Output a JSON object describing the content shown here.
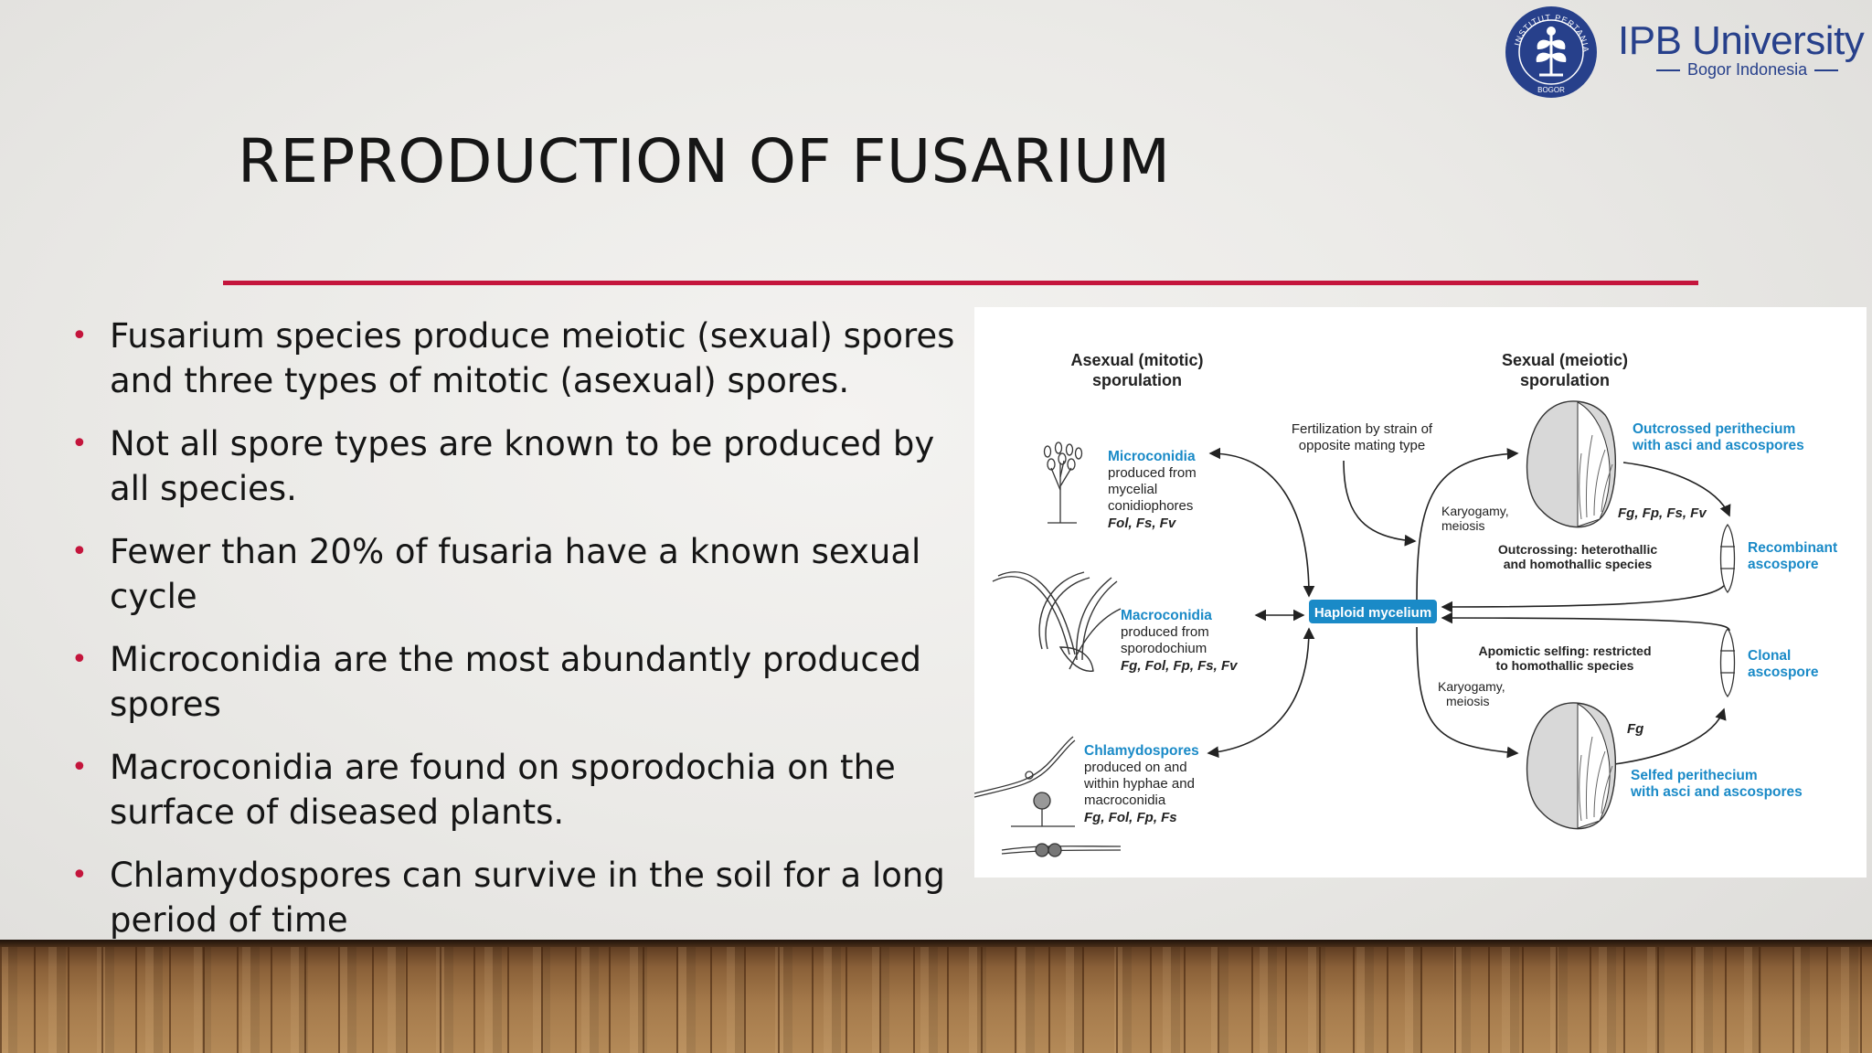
{
  "slide": {
    "title": "REPRODUCTION OF FUSARIUM",
    "accent_color": "#c4153c",
    "bullets": [
      "Fusarium species produce meiotic (sexual) spores and three types of mitotic (asexual) spores.",
      "Not all spore types are known to be produced by all species.",
      "Fewer than 20% of fusaria have a known sexual cycle",
      "Microconidia are the most abundantly produced spores",
      "Macroconidia are found on sporodochia on the surface of diseased plants.",
      "Chlamydospores can survive in the soil for a long period of time"
    ]
  },
  "logo": {
    "name": "IPB University",
    "subtitle": "Bogor Indonesia",
    "seal_text": "INSTITUT PERTANIAN BOGOR",
    "color": "#27408b"
  },
  "figure": {
    "asexual_heading": [
      "Asexual (mitotic)",
      "sporulation"
    ],
    "sexual_heading": [
      "Sexual (meiotic)",
      "sporulation"
    ],
    "center": "Haploid mycelium",
    "fertilization": [
      "Fertilization by strain of",
      "opposite mating type"
    ],
    "microconidia": {
      "title": "Microconidia",
      "lines": [
        "produced from",
        "mycelial",
        "conidiophores"
      ],
      "species": "Fol, Fs, Fv"
    },
    "macroconidia": {
      "title": "Macroconidia",
      "lines": [
        "produced from",
        "sporodochium"
      ],
      "species": "Fg, Fol, Fp, Fs, Fv"
    },
    "chlamydospores": {
      "title": "Chlamydospores",
      "lines": [
        "produced on and",
        "within hyphae and",
        "macroconidia"
      ],
      "species": "Fg, Fol, Fp, Fs"
    },
    "karyogamy_top": [
      "Karyogamy,",
      "meiosis"
    ],
    "karyogamy_bottom": [
      "Karyogamy,",
      "meiosis"
    ],
    "outcrossed": [
      "Outcrossed perithecium",
      "with asci and ascospores"
    ],
    "outcrossed_species": "Fg, Fp, Fs, Fv",
    "outcrossing": [
      "Outcrossing: heterothallic",
      "and homothallic species"
    ],
    "recombinant": [
      "Recombinant",
      "ascospore"
    ],
    "apomictic": [
      "Apomictic selfing: restricted",
      "to homothallic species"
    ],
    "clonal": [
      "Clonal",
      "ascospore"
    ],
    "selfed_species": "Fg",
    "selfed": [
      "Selfed perithecium",
      "with asci and ascospores"
    ],
    "blue": "#1a8ac7"
  }
}
